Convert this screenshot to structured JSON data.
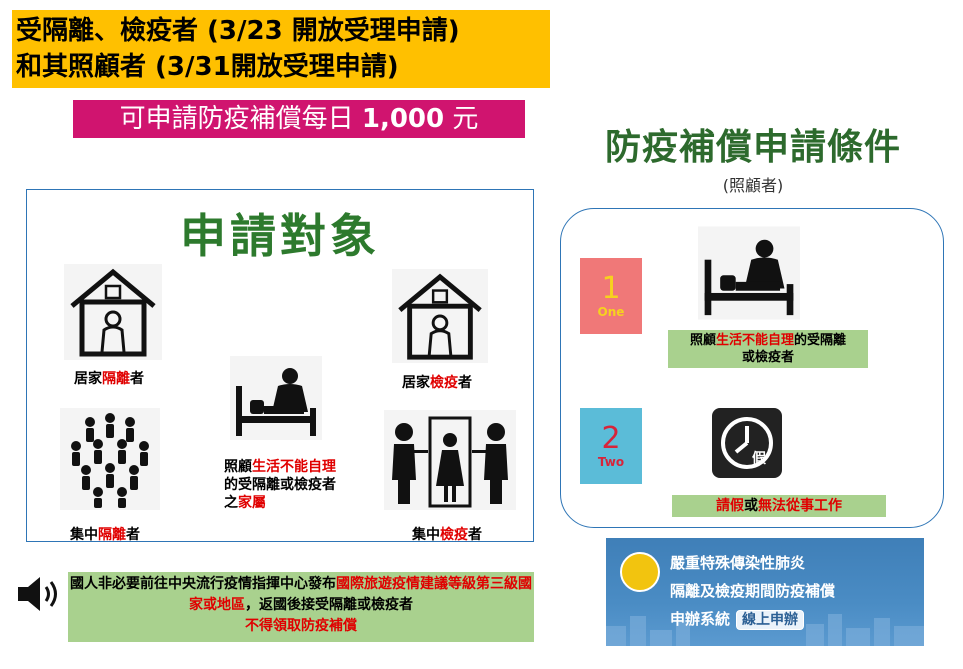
{
  "banner": {
    "line1": "受隔離、檢疫者 (3/23 開放受理申請)",
    "line2": "和其照顧者  (3/31開放受理申請)"
  },
  "amount": {
    "prefix": "可申請防疫補償每日 ",
    "value": "1,000",
    "suffix": " 元"
  },
  "conditions": {
    "title": "防疫補償申請條件",
    "subtitle": "(照顧者)",
    "one": {
      "number": "1",
      "word": "One"
    },
    "two": {
      "number": "2",
      "word": "Two"
    },
    "label1": {
      "a": "照顧",
      "b": "生活不能自理",
      "c": "的受隔離",
      "d": "或檢疫者"
    },
    "label2": {
      "a": "請假",
      "b": "或",
      "c": "無法從事工作"
    },
    "clock_char": "假"
  },
  "apply": {
    "title": "申請對象",
    "home_isolation": {
      "a": "居家",
      "b": "隔離",
      "c": "者"
    },
    "home_quarantine": {
      "a": "居家",
      "b": "檢疫",
      "c": "者"
    },
    "central_isolation": {
      "a": "集中",
      "b": "隔離",
      "c": "者"
    },
    "central_quarantine": {
      "a": "集中",
      "b": "檢疫",
      "c": "者"
    },
    "caregiver": {
      "a": "照顧",
      "b": "生活不能自理",
      "c": "的受隔離或檢疫者",
      "d": "之",
      "e": "家屬"
    }
  },
  "warning": {
    "p1": "國人非必要前往中央流行疫情指揮中心發布",
    "p2": "國際旅遊疫情建議等級第三級國家或地區",
    "p3": "，返國後接受隔離或檢疫者",
    "p4": "不得領取防疫補償"
  },
  "system": {
    "line1": "嚴重特殊傳染性肺炎",
    "line2": "隔離及檢疫期間防疫補償",
    "line3": "申辦系統",
    "button": "線上申辦"
  },
  "colors": {
    "banner": "#ffc000",
    "amount": "#d0146f",
    "green_label": "#a9d18e",
    "title_green": "#2d6a2d",
    "accent_red": "#e00000"
  }
}
